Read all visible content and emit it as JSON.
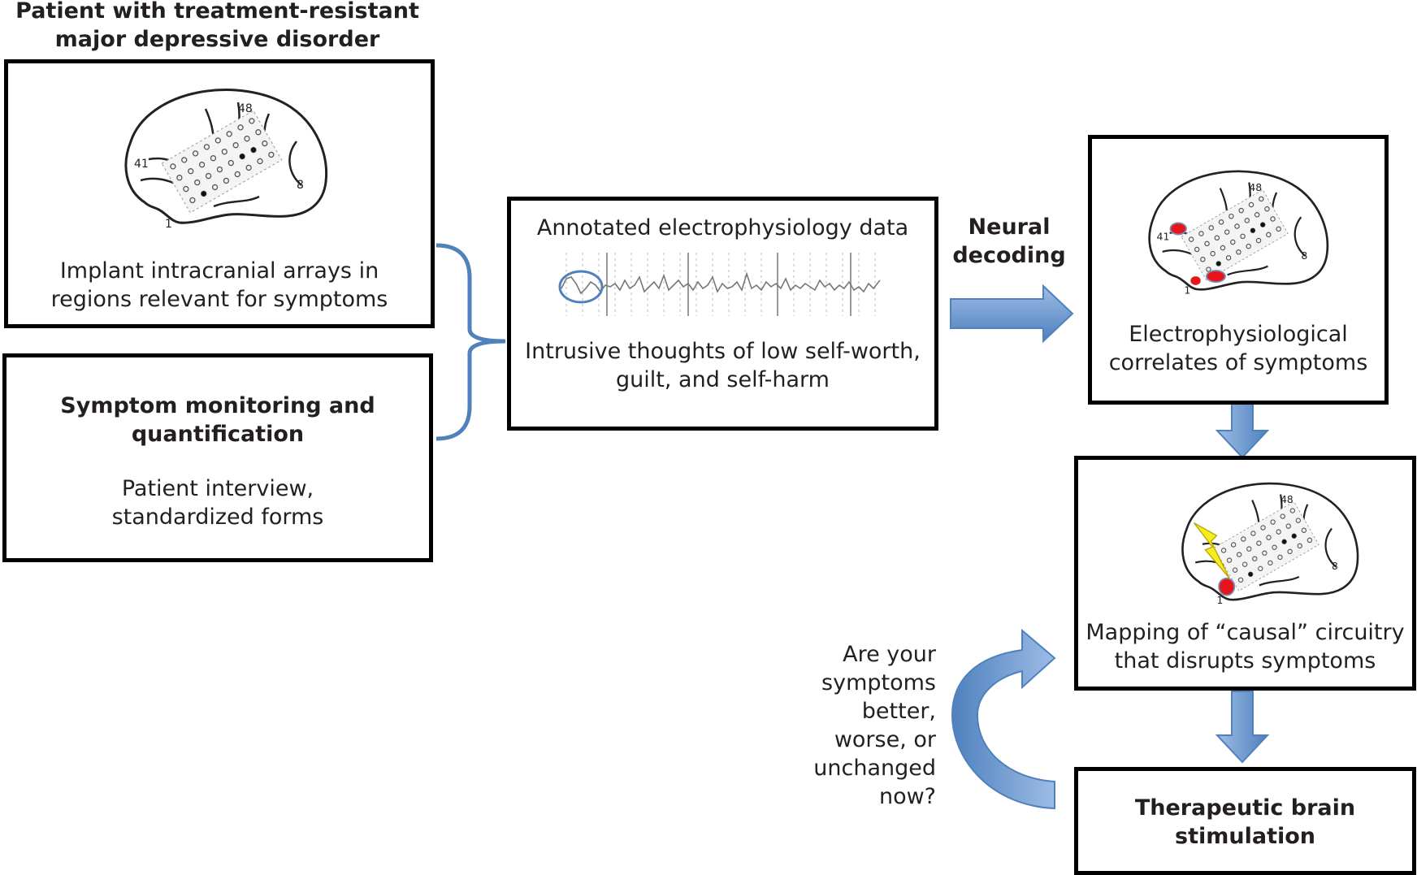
{
  "patient_title": {
    "line1": "Patient with treatment-resistant",
    "line2": "major depressive disorder"
  },
  "implant_box": {
    "line1": "Implant intracranial arrays in",
    "line2": "regions relevant for symptoms"
  },
  "monitoring_box": {
    "title_line1": "Symptom monitoring and",
    "title_line2": "quantification",
    "desc_line1": "Patient interview,",
    "desc_line2": "standardized forms"
  },
  "ephys_box": {
    "title": "Annotated electrophysiology data",
    "desc_line1": "Intrusive thoughts of low self-worth,",
    "desc_line2": "guilt, and self-harm"
  },
  "decoding_label": {
    "line1": "Neural",
    "line2": "decoding"
  },
  "correlates_box": {
    "line1": "Electrophysiological",
    "line2": "correlates of symptoms"
  },
  "mapping_box": {
    "line1": "Mapping of “causal” circuitry",
    "line2": "that disrupts symptoms"
  },
  "stimulation_box": {
    "line1": "Therapeutic brain",
    "line2": "stimulation"
  },
  "feedback_question": {
    "line1": "Are your",
    "line2": "symptoms",
    "line3": "better,",
    "line4": "worse, or",
    "line5": "unchanged",
    "line6": "now?"
  },
  "array_labels": {
    "top": "48",
    "left": "41",
    "right": "8",
    "bottom": "1"
  },
  "colors": {
    "box_border": "#000000",
    "arrow_fill": "#5b8fd0",
    "arrow_stroke": "#4f81bd",
    "hotspot": "#e8141b",
    "bolt": "#f5ee1c",
    "trace": "#777777"
  },
  "icons": [
    "brain-electrode-array-icon",
    "eeg-trace-icon",
    "lightning-bolt-icon"
  ]
}
